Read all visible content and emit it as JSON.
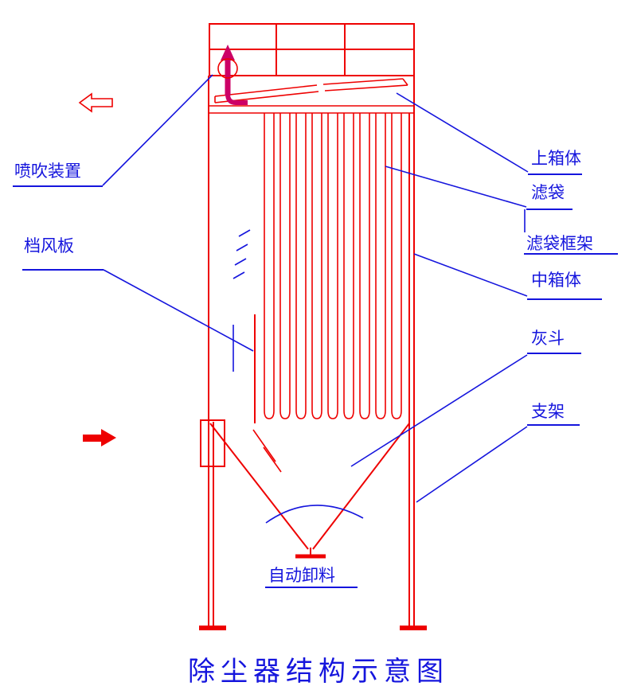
{
  "title": "除尘器结构示意图",
  "labels": {
    "blow_device": "喷吹装置",
    "baffle": "档风板",
    "upper_box": "上箱体",
    "filter_bag": "滤袋",
    "bag_cage": "滤袋框架",
    "middle_box": "中箱体",
    "ash_hopper": "灰斗",
    "support": "支架",
    "auto_discharge": "自动卸料"
  },
  "colors": {
    "structure_red": "#ee0000",
    "pipe_magenta": "#cc0066",
    "label_blue": "#1515dd"
  }
}
